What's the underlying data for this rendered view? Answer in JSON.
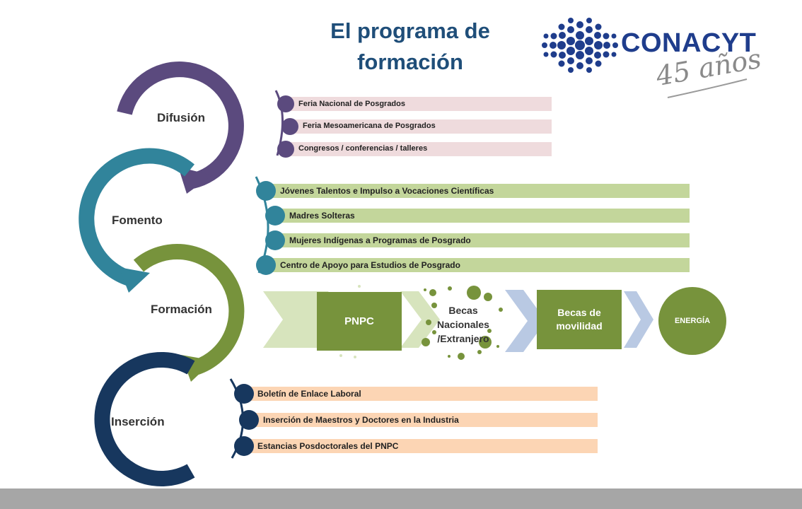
{
  "title": "El programa de formación",
  "logo": {
    "word": "CONACYT",
    "years": "45 años"
  },
  "colors": {
    "difusion": "#5b4a7e",
    "fomento": "#31849b",
    "formacion": "#77933c",
    "insercion": "#17375e",
    "difusion_bar": "#efdbdd",
    "fomento_bar": "#c3d69b",
    "insercion_bar": "#fcd5b4",
    "chevron_light": "#d7e4bd",
    "chevron_blue": "#b9c9e3"
  },
  "stages": [
    {
      "label": "Difusión"
    },
    {
      "label": "Fomento"
    },
    {
      "label": "Formación"
    },
    {
      "label": "Inserción"
    }
  ],
  "difusion_items": [
    "Feria Nacional  de Posgrados",
    "Feria Mesoamericana  de Posgrados",
    "Congresos / conferencias  / talleres"
  ],
  "fomento_items": [
    "Jóvenes  Talentos e Impulso a Vocaciones Científicas",
    "Madres Solteras",
    "Mujeres Indígenas a  Programas de Posgrado",
    "Centro de Apoyo para Estudios de Posgrado"
  ],
  "formacion_flow": {
    "pnpc": "PNPC",
    "becas_nacionales": "Becas Nacionales /Extranjero",
    "becas_movilidad": "Becas de movilidad",
    "energia": "ENERGÍA"
  },
  "insercion_items": [
    "Boletín de Enlace Laboral",
    "Inserción de Maestros y Doctores en la  Industria",
    "Estancias Posdoctorales del PNPC"
  ]
}
